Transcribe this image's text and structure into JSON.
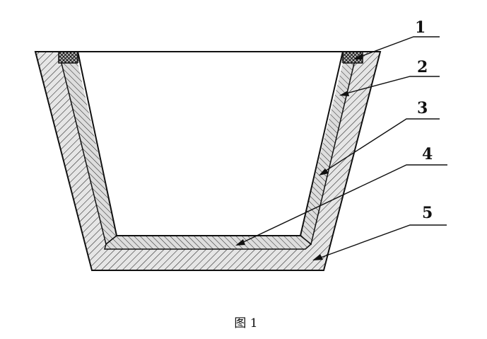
{
  "figure": {
    "caption": "图 1",
    "callouts": [
      {
        "label": "1"
      },
      {
        "label": "2"
      },
      {
        "label": "3"
      },
      {
        "label": "4"
      },
      {
        "label": "5"
      }
    ]
  },
  "colors": {
    "line": "#111111",
    "paper": "#ffffff",
    "hatch_fill": "#e6e6e6"
  }
}
